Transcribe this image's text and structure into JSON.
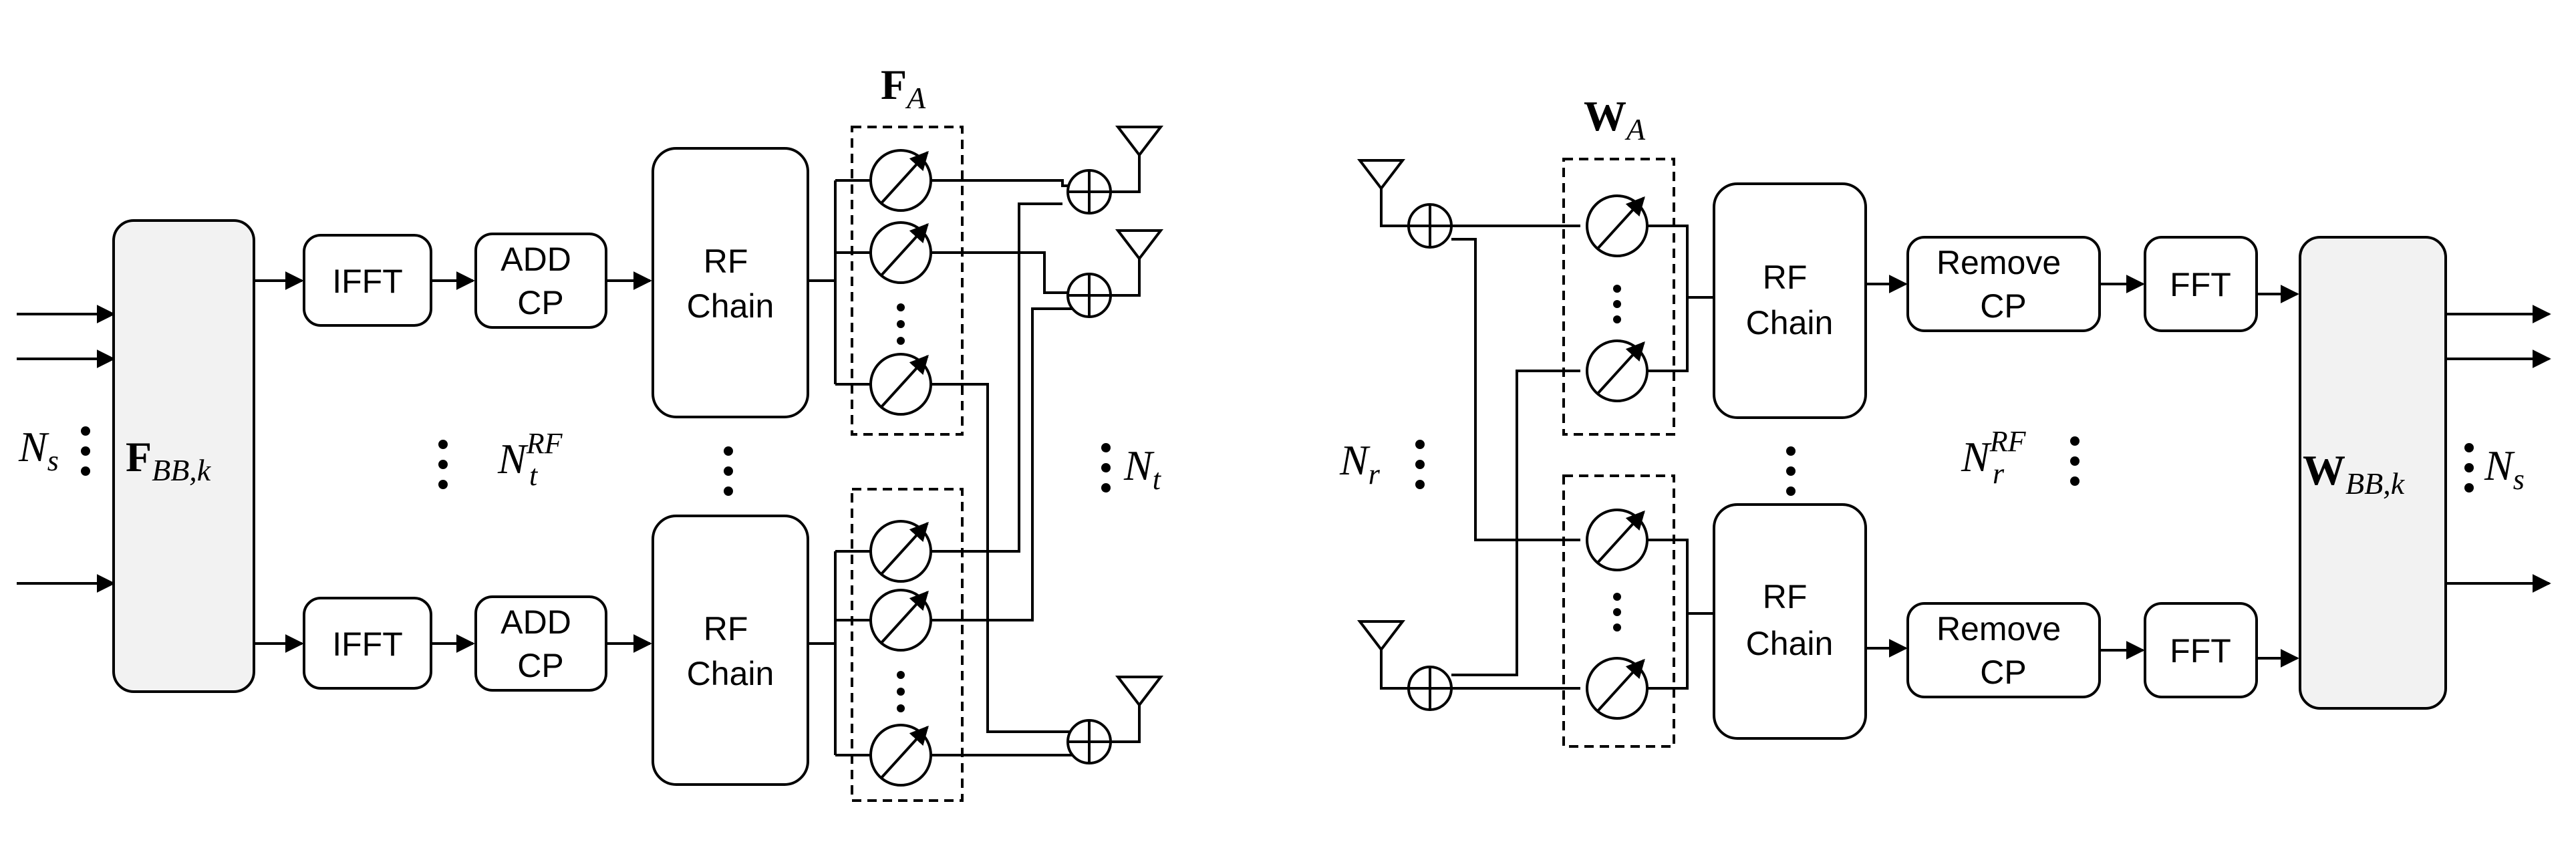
{
  "transmitter": {
    "baseband_precoder": {
      "main": "F",
      "sub": "BB,k"
    },
    "ifft_top": "IFFT",
    "ifft_bottom": "IFFT",
    "add_cp_top": [
      "ADD",
      "CP"
    ],
    "add_cp_bottom": [
      "ADD",
      "CP"
    ],
    "rf_chain_top": [
      "RF",
      "Chain"
    ],
    "rf_chain_bottom": [
      "RF",
      "Chain"
    ],
    "analog_precoder": {
      "main": "F",
      "sub": "A"
    },
    "streams_label": {
      "main": "N",
      "sub": "s"
    },
    "rf_chains_label": {
      "main": "N",
      "sup": "RF",
      "sub": "t"
    },
    "antennas_label": {
      "main": "N",
      "sub": "t"
    }
  },
  "receiver": {
    "analog_combiner": {
      "main": "W",
      "sub": "A"
    },
    "rf_chain_top": [
      "RF",
      "Chain"
    ],
    "rf_chain_bottom": [
      "RF",
      "Chain"
    ],
    "remove_cp_top": [
      "Remove",
      "CP"
    ],
    "remove_cp_bottom": [
      "Remove",
      "CP"
    ],
    "fft_top": "FFT",
    "fft_bottom": "FFT",
    "baseband_combiner": {
      "main": "W",
      "sub": "BB,k"
    },
    "antennas_label": {
      "main": "N",
      "sub": "r"
    },
    "rf_chains_label": {
      "main": "N",
      "sup": "RF",
      "sub": "r"
    },
    "streams_label": {
      "main": "N",
      "sub": "s"
    }
  }
}
